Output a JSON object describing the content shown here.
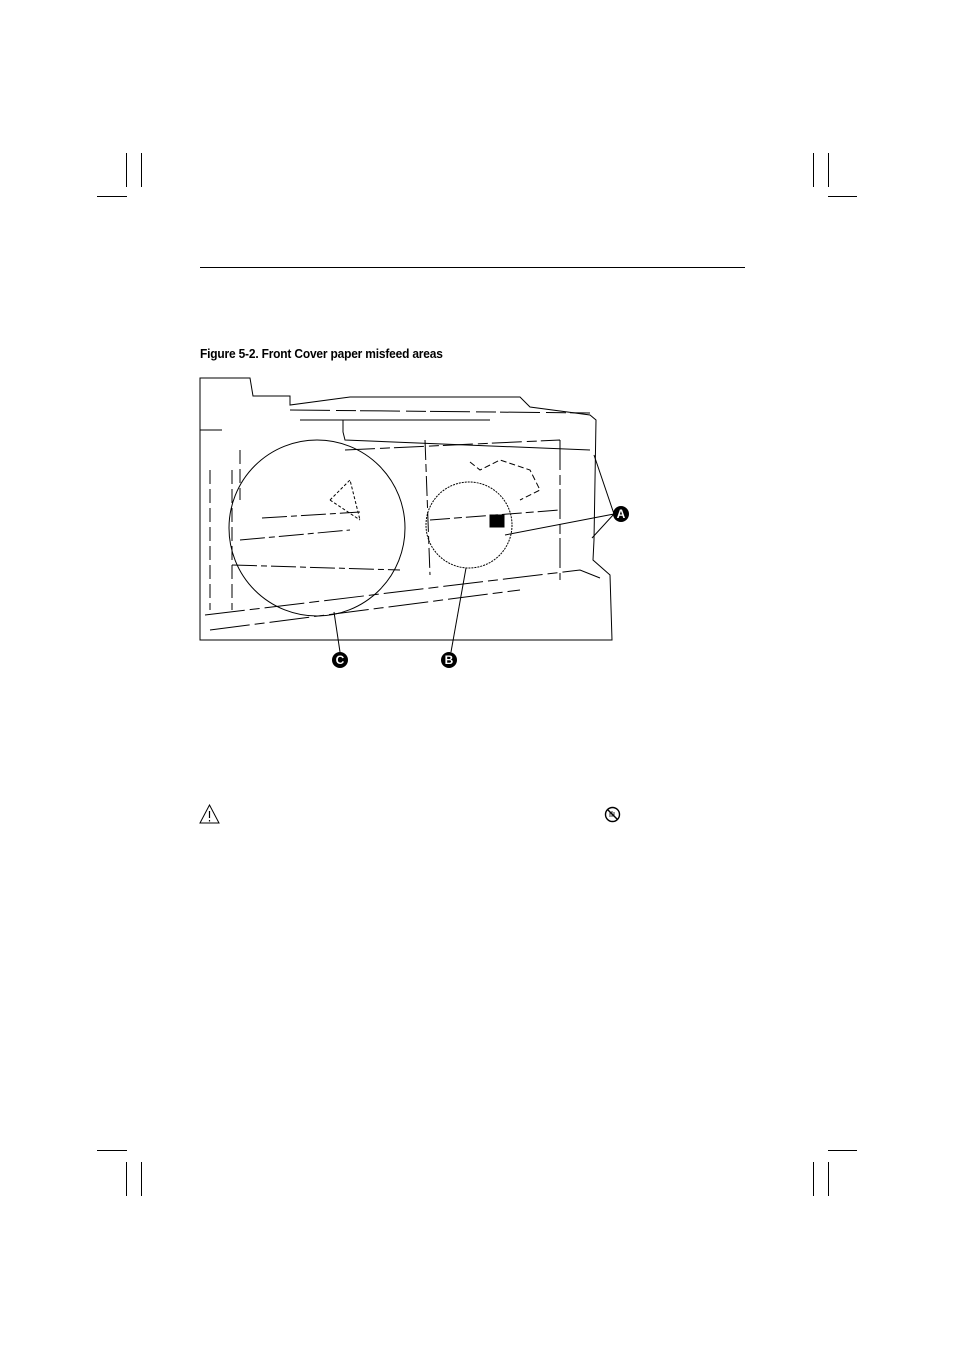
{
  "figure": {
    "caption": "Figure 5-2. Front Cover paper misfeed areas",
    "callouts": [
      "A",
      "B",
      "C"
    ]
  },
  "icons": {
    "warning": "warning-triangle-icon",
    "prohibition": "no-touch-icon"
  }
}
